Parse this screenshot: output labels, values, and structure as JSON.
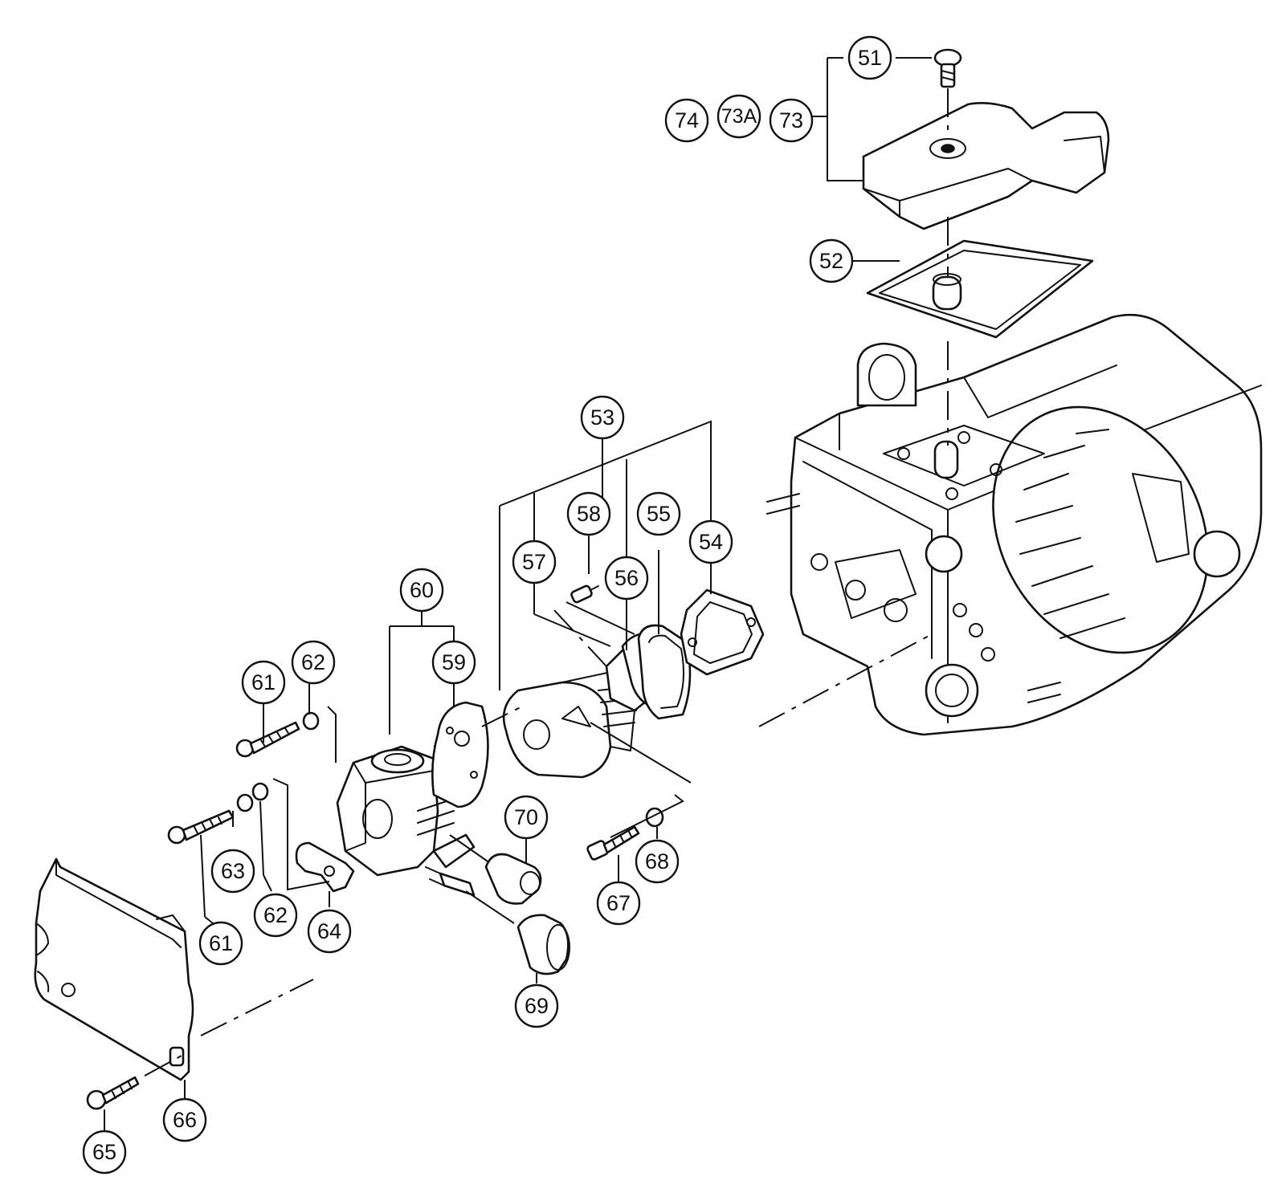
{
  "callouts": [
    {
      "id": "c51",
      "label": "51"
    },
    {
      "id": "c52",
      "label": "52"
    },
    {
      "id": "c53",
      "label": "53"
    },
    {
      "id": "c54",
      "label": "54"
    },
    {
      "id": "c55",
      "label": "55"
    },
    {
      "id": "c56",
      "label": "56"
    },
    {
      "id": "c57",
      "label": "57"
    },
    {
      "id": "c58",
      "label": "58"
    },
    {
      "id": "c59",
      "label": "59"
    },
    {
      "id": "c60",
      "label": "60"
    },
    {
      "id": "c61a",
      "label": "61"
    },
    {
      "id": "c61b",
      "label": "61"
    },
    {
      "id": "c62a",
      "label": "62"
    },
    {
      "id": "c62b",
      "label": "62"
    },
    {
      "id": "c63",
      "label": "63"
    },
    {
      "id": "c64",
      "label": "64"
    },
    {
      "id": "c65",
      "label": "65"
    },
    {
      "id": "c66",
      "label": "66"
    },
    {
      "id": "c67",
      "label": "67"
    },
    {
      "id": "c68",
      "label": "68"
    },
    {
      "id": "c69",
      "label": "69"
    },
    {
      "id": "c70",
      "label": "70"
    },
    {
      "id": "c73",
      "label": "73"
    },
    {
      "id": "c73a",
      "label": "73A"
    },
    {
      "id": "c74",
      "label": "74"
    }
  ],
  "colors": {
    "line": "#111111",
    "background": "#ffffff"
  }
}
